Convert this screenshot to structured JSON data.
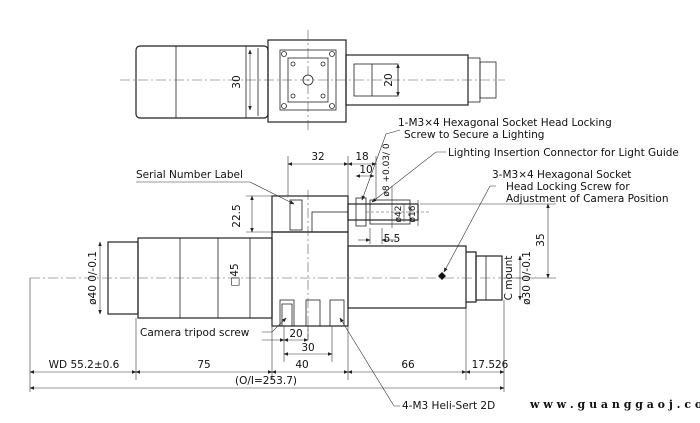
{
  "top_view": {
    "dim_30": "30",
    "dim_20": "20"
  },
  "labels": {
    "locking_screw_lighting_1": "1-M3×4 Hexagonal Socket Head Locking",
    "locking_screw_lighting_2": "Screw to Secure a Lighting",
    "lighting_connector": "Lighting Insertion Connector for Light Guide",
    "serial_label": "Serial Number Label",
    "camera_screw_1": "3-M3×4 Hexagonal Socket",
    "camera_screw_2": "Head Locking Screw for",
    "camera_screw_3": "Adjustment of Camera Position",
    "tripod_screw": "Camera tripod screw",
    "heli_sert": "4-M3 Heli-Sert 2D",
    "c_mount": "C mount"
  },
  "dims": {
    "d32": "32",
    "d18": "18",
    "d10": "10",
    "d8tol": "ø8 +0.03/ 0",
    "d22_5": "22.5",
    "d42": "ø42",
    "d16": "ø16",
    "d5_5": "5.5",
    "d35": "35",
    "d45": "□45",
    "d40": "ø40 0/-0.1",
    "d30mount": "ø30 0/-0.1",
    "d20": "20",
    "d30": "30",
    "wd": "WD 55.2±0.6",
    "d75": "75",
    "d40len": "40",
    "d66": "66",
    "d17_526": "17.526",
    "total": "(O/I=253.7)"
  },
  "watermark": "w w w . g u a n g g a o j . c o m"
}
